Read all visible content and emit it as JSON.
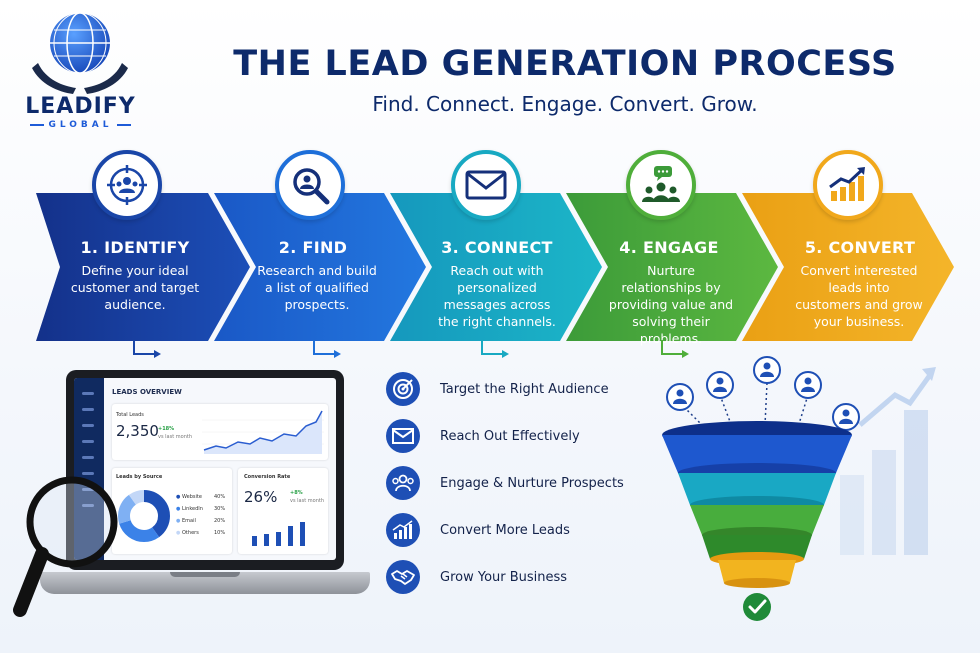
{
  "brand": {
    "name": "LEADIFY",
    "sub": "GLOBAL"
  },
  "title": "THE LEAD GENERATION PROCESS",
  "subtitle": "Find. Connect. Engage. Convert. Grow.",
  "steps": [
    {
      "title": "1. IDENTIFY",
      "desc": "Define your ideal customer and target audience.",
      "icon": "target-audience-icon",
      "color": "#1a46a8"
    },
    {
      "title": "2. FIND",
      "desc": "Research and build a list of qualified prospects.",
      "icon": "search-person-icon",
      "color": "#1e6fd9"
    },
    {
      "title": "3. CONNECT",
      "desc": "Reach out with personalized messages across the right channels.",
      "icon": "envelope-icon",
      "color": "#18a9c2"
    },
    {
      "title": "4. ENGAGE",
      "desc": "Nurture relationships by providing value and solving their problems.",
      "icon": "chat-group-icon",
      "color": "#4fae3a"
    },
    {
      "title": "5. CONVERT",
      "desc": "Convert interested leads into customers and grow your business.",
      "icon": "growth-chart-icon",
      "color": "#f1a81b"
    }
  ],
  "dashboard": {
    "title": "LEADS OVERVIEW",
    "total_label": "Total Leads",
    "total_value": "2,350",
    "total_change": "+18%",
    "total_change_note": "vs last month",
    "source_title": "Leads by Source",
    "sources": [
      {
        "name": "Website",
        "pct": "40%"
      },
      {
        "name": "LinkedIn",
        "pct": "30%"
      },
      {
        "name": "Email",
        "pct": "20%"
      },
      {
        "name": "Others",
        "pct": "10%"
      }
    ],
    "conv_title": "Conversion Rate",
    "conv_value": "26%",
    "conv_change": "+8%",
    "conv_change_note": "vs last month"
  },
  "benefits": [
    {
      "label": "Target the Right Audience",
      "icon": "target-icon"
    },
    {
      "label": "Reach Out Effectively",
      "icon": "mail-icon"
    },
    {
      "label": "Engage & Nurture Prospects",
      "icon": "people-icon"
    },
    {
      "label": "Convert More Leads",
      "icon": "chart-up-icon"
    },
    {
      "label": "Grow Your Business",
      "icon": "handshake-icon"
    }
  ],
  "colors": {
    "navy": "#0d2a6b",
    "blue": "#1e4fb5",
    "teal": "#18a9c2",
    "green": "#4fae3a",
    "yellow": "#f1a81b"
  }
}
